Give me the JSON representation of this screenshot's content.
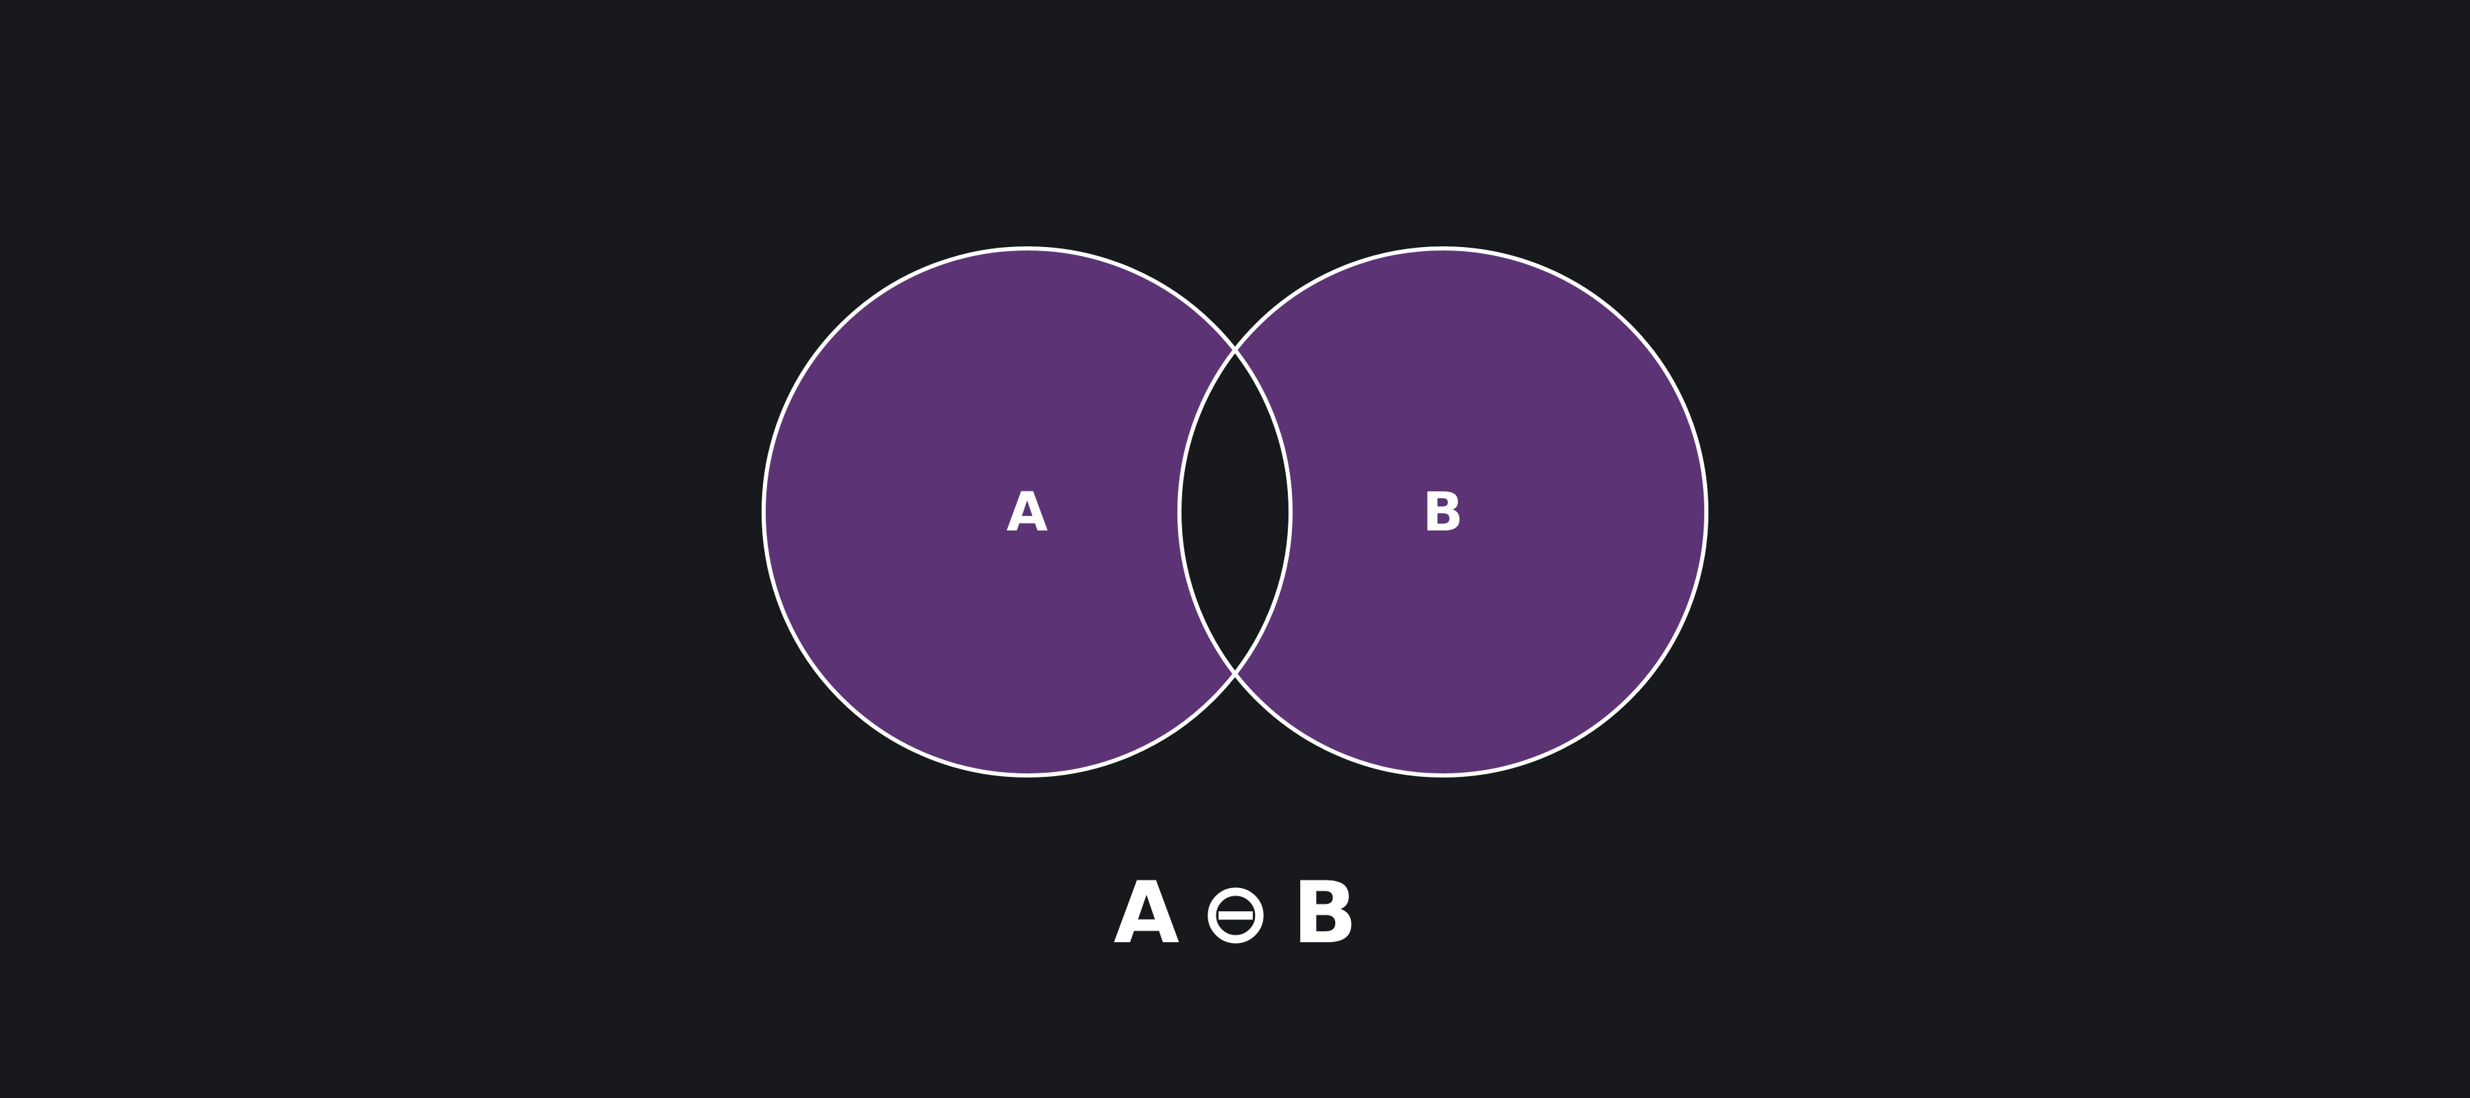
{
  "diagram": {
    "sets": [
      {
        "id": "A",
        "label": "A"
      },
      {
        "id": "B",
        "label": "B"
      }
    ],
    "shaded_region": "symmetric-difference",
    "formula": {
      "left": "A",
      "operator": "⊖",
      "right": "B"
    },
    "colors": {
      "background": "#18191d",
      "fill": "#5c3476",
      "stroke": "#ffffff"
    }
  }
}
